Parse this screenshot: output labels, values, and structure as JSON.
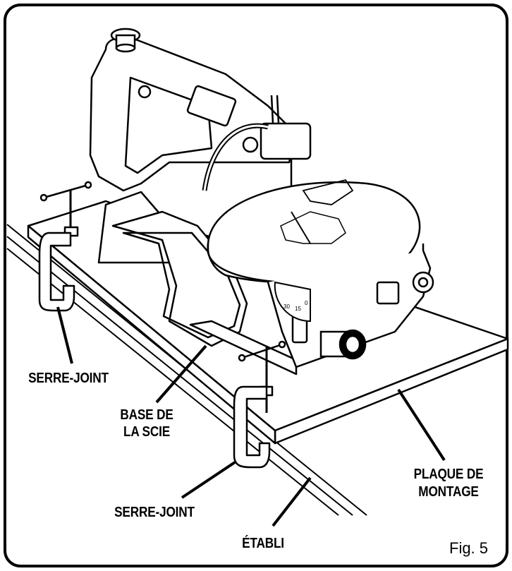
{
  "labels": {
    "clamp_left": "SERRE-JOINT",
    "saw_base_line1": "BASE DE",
    "saw_base_line2": "LA SCIE",
    "mounting_plate_line1": "PLAQUE DE",
    "mounting_plate_line2": "MONTAGE",
    "clamp_bottom": "SERRE-JOINT",
    "workbench": "ÉTABLI"
  },
  "figure_caption": "Fig. 5",
  "colors": {
    "ink": "#000000",
    "paper": "#ffffff",
    "shade": "#e6e6e6"
  },
  "gauge_ticks": [
    "0",
    "15",
    "30"
  ]
}
